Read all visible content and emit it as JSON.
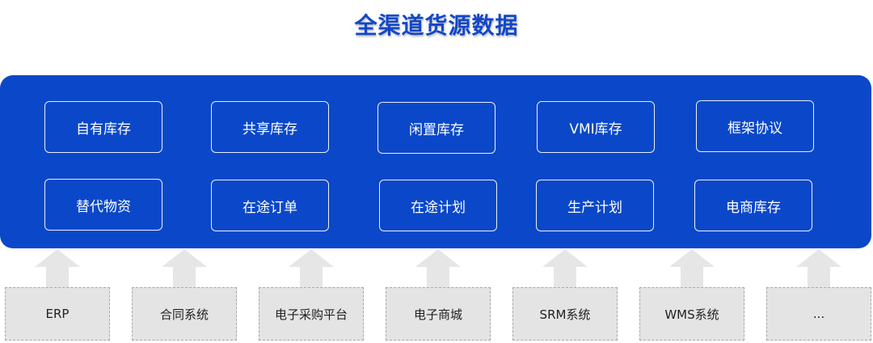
{
  "title": "全渠道货源数据",
  "colors": {
    "panel": "#0a48c9",
    "title": "#1247c8",
    "arrow": "#e6e6e6",
    "source_box": "#e4e4e4"
  },
  "inventory_types": {
    "row1": [
      "自有库存",
      "共享库存",
      "闲置库存",
      "VMI库存",
      "框架协议"
    ],
    "row2": [
      "替代物资",
      "在途订单",
      "在途计划",
      "生产计划",
      "电商库存"
    ]
  },
  "arrow_icon": "up-arrow-icon",
  "sources": [
    "ERP",
    "合同系统",
    "电子采购平台",
    "电子商城",
    "SRM系统",
    "WMS系统",
    "..."
  ]
}
